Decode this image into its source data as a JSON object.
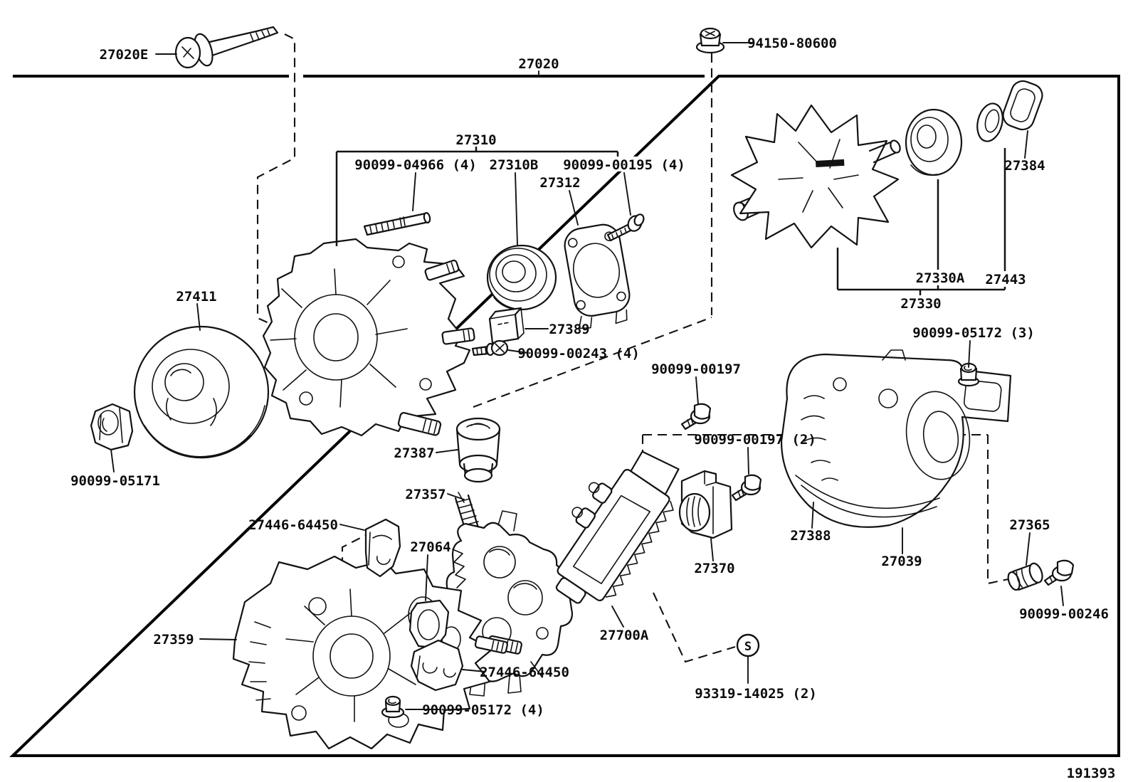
{
  "diagram": {
    "footer_code": "191393",
    "s_symbol": "S",
    "line_color": "#121212",
    "background_color": "#ffffff"
  },
  "labels": {
    "p27020e": "27020E",
    "p27020": "27020",
    "p94150_80600": "94150-80600",
    "p27310": "27310",
    "p90099_04966": "90099-04966 (4)",
    "p27310b": "27310B",
    "p90099_00195": "90099-00195 (4)",
    "p27312": "27312",
    "p27384": "27384",
    "p27330a": "27330A",
    "p27443": "27443",
    "p27330": "27330",
    "p90099_05172_3": "90099-05172 (3)",
    "p27411": "27411",
    "p90099_05171": "90099-05171",
    "p27389": "27389",
    "p90099_00243": "90099-00243 (4)",
    "p27387": "27387",
    "p27357": "27357",
    "p90099_00197": "90099-00197",
    "p90099_00197_2": "90099-00197 (2)",
    "p27388": "27388",
    "p27370": "27370",
    "p27700a": "27700A",
    "p27039": "27039",
    "p27365": "27365",
    "p90099_00246": "90099-00246",
    "p27446_64450_a": "27446-64450",
    "p27064": "27064",
    "p27359": "27359",
    "p27446_64450_b": "27446-64450",
    "p90099_05172_4": "90099-05172 (4)",
    "p93319_14025": "93319-14025 (2)"
  }
}
